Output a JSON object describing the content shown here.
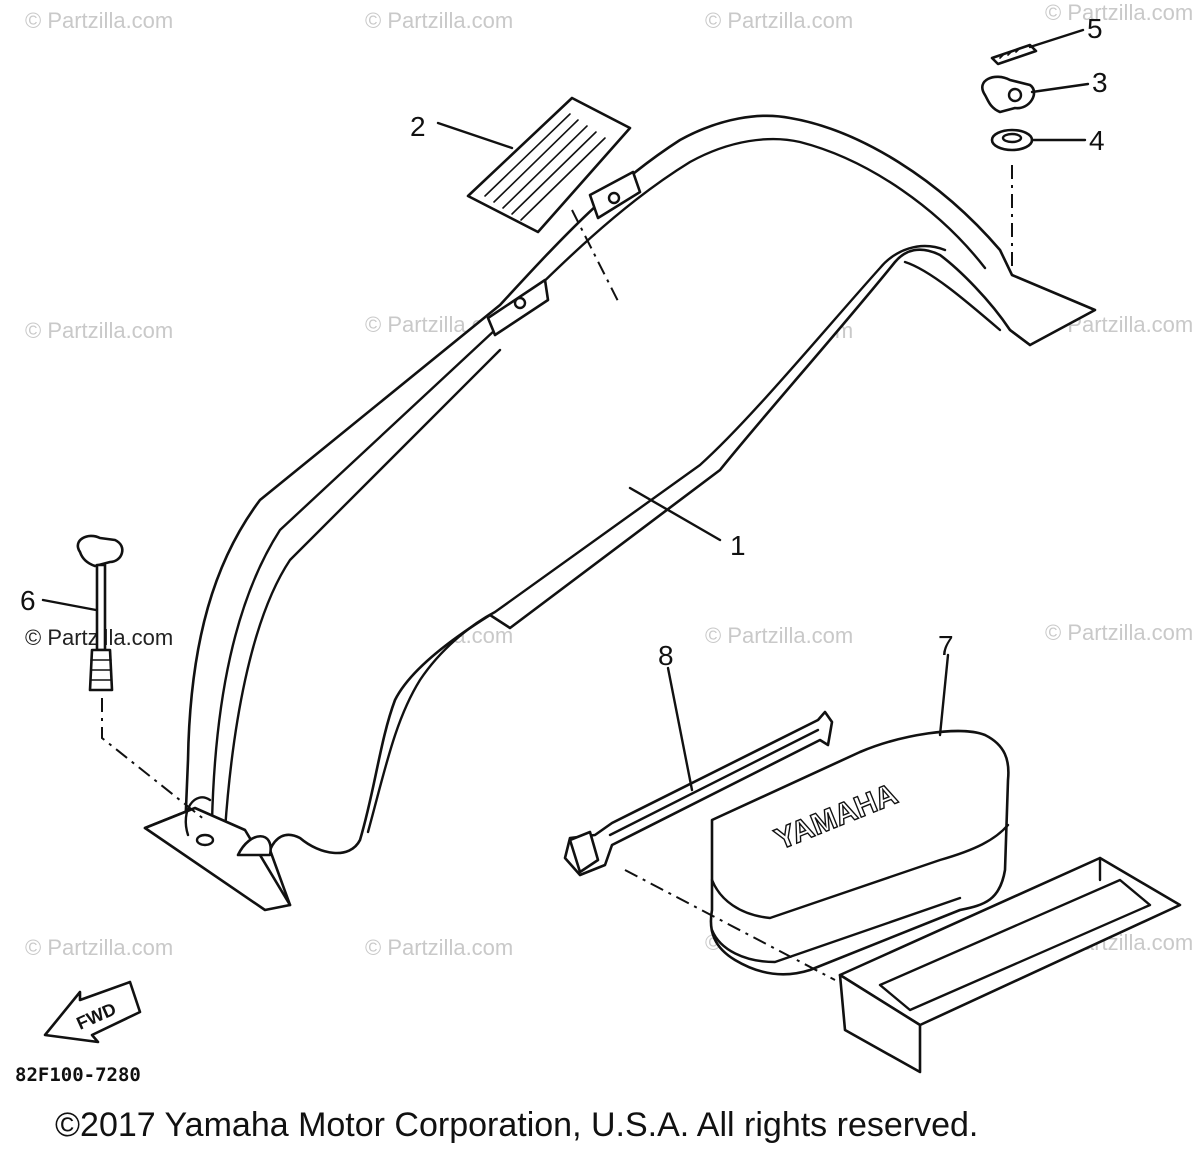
{
  "diagram": {
    "diagram_code": "82F100-7280",
    "copyright": "©2017 Yamaha Motor Corporation, U.S.A. All rights reserved.",
    "watermark": "© Partzilla.com",
    "fwd_label": "FWD",
    "brand_mark": "YAMAHA",
    "callouts": [
      "1",
      "2",
      "3",
      "4",
      "5",
      "6",
      "7",
      "8"
    ],
    "colors": {
      "ink": "#111111",
      "watermark": "#c9c9c9",
      "background": "#ffffff"
    }
  }
}
